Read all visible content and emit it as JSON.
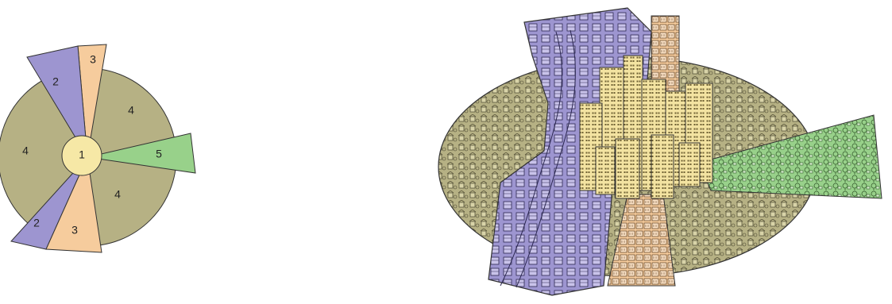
{
  "sector_model": {
    "zones": [
      {
        "id": "cbd",
        "label": "1",
        "color": "#f6e8a6"
      },
      {
        "id": "sector-upper-left",
        "label": "2",
        "color": "#9d95d0"
      },
      {
        "id": "sector-lower-left",
        "label": "2",
        "color": "#9d95d0"
      },
      {
        "id": "sector-upper",
        "label": "3",
        "color": "#f6cc9d"
      },
      {
        "id": "sector-lower",
        "label": "3",
        "color": "#f6cc9d"
      },
      {
        "id": "ring-upper-right",
        "label": "4",
        "color": "#b6b184"
      },
      {
        "id": "ring-left",
        "label": "4",
        "color": "#b6b184"
      },
      {
        "id": "ring-lower-right",
        "label": "4",
        "color": "#b6b184"
      },
      {
        "id": "sector-right",
        "label": "5",
        "color": "#98d18a"
      }
    ]
  },
  "city_illustration": {
    "colors": {
      "industrial": "#9d95d0",
      "low_income": "#f6cc9d",
      "middle_income": "#b6b184",
      "high_income": "#98d18a",
      "cbd": "#f3e3a1"
    }
  }
}
